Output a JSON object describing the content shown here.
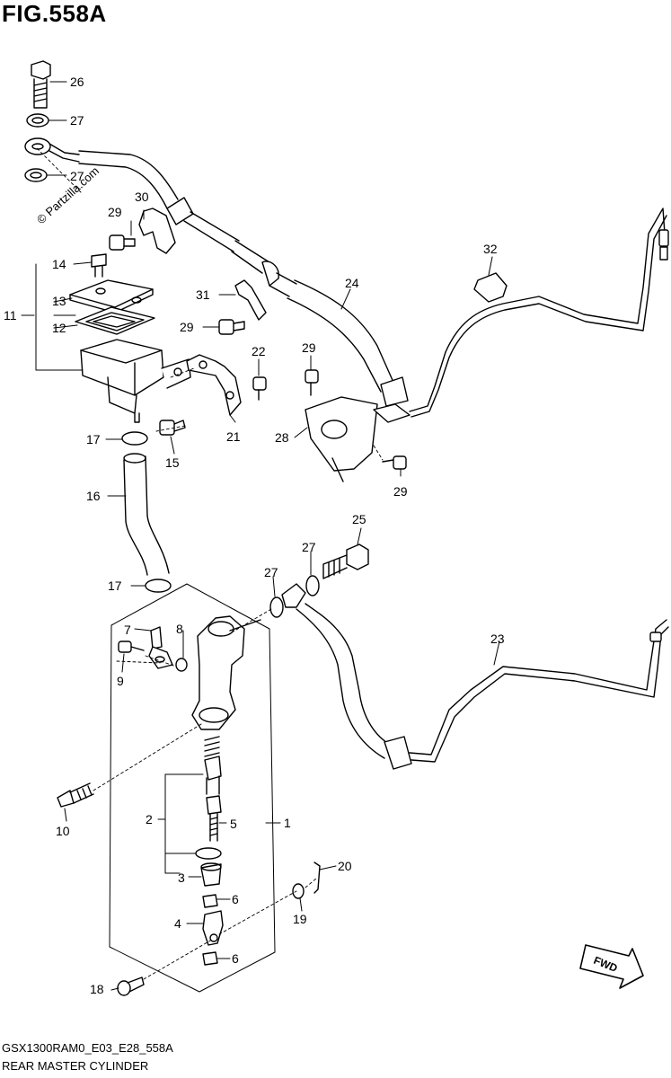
{
  "figure": {
    "title": "FIG.558A",
    "watermark": "© Partzilla.com",
    "fwd_label": "FWD",
    "model_code": "GSX1300RAM0_E03_E28_558A",
    "assembly_name": "REAR MASTER CYLINDER"
  },
  "callouts": [
    "26",
    "27",
    "27",
    "29",
    "30",
    "14",
    "11",
    "13",
    "12",
    "31",
    "29",
    "24",
    "32",
    "22",
    "29",
    "21",
    "28",
    "17",
    "15",
    "29",
    "16",
    "25",
    "27",
    "27",
    "17",
    "7",
    "8",
    "9",
    "23",
    "10",
    "2",
    "5",
    "1",
    "3",
    "6",
    "20",
    "19",
    "4",
    "6",
    "18"
  ]
}
